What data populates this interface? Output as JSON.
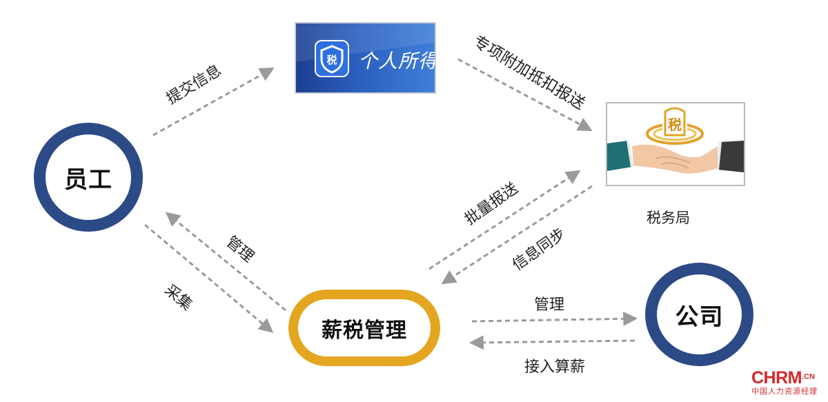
{
  "nodes": {
    "employee": "员工",
    "payroll": "薪税管理",
    "company": "公司",
    "tax_bureau": "税务局"
  },
  "app": {
    "title": "个人所得税",
    "icon_glyph": "税"
  },
  "tax_bureau_emblem_glyph": "税",
  "edges": {
    "submit_info": "提交信息",
    "special_deduction": "专项附加抵扣报送",
    "batch_report": "批量报送",
    "info_sync": "信息同步",
    "manage_employee": "管理",
    "collect": "采集",
    "manage_company": "管理",
    "connect_payroll": "接入算薪"
  },
  "watermark": {
    "main": "CHRM",
    "suffix": ".CN",
    "sub": "中国人力资源经理"
  },
  "colors": {
    "ring_blue": "#2c4a86",
    "pill_gold": "#e4a521",
    "arrow_gray": "#9a9a9a",
    "logo_red": "#d6282a"
  }
}
